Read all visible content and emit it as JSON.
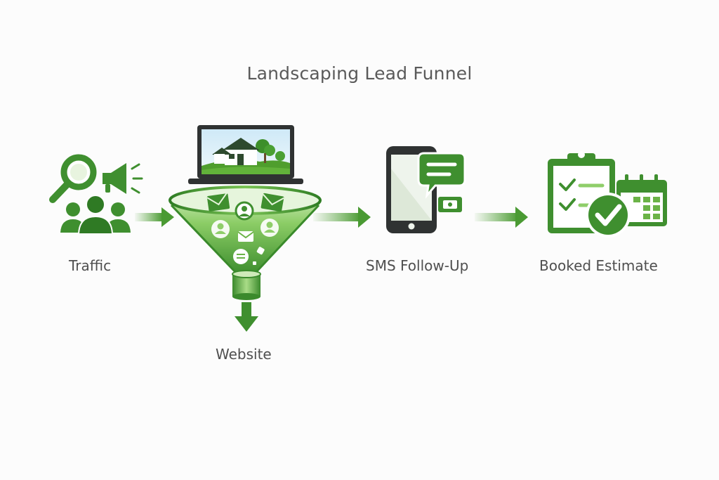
{
  "diagram": {
    "title": "Landscaping Lead Funnel",
    "stages": [
      {
        "label": "Traffic",
        "icon": "magnifier-megaphone-people-icon"
      },
      {
        "label": "Website",
        "icon": "laptop-funnel-icon"
      },
      {
        "label": "SMS Follow-Up",
        "icon": "phone-chat-icon"
      },
      {
        "label": "Booked Estimate",
        "icon": "clipboard-calendar-check-icon"
      }
    ],
    "colors": {
      "primary_green": "#3f8f2f",
      "dark_green": "#2f7424",
      "light_green": "#8fce6a",
      "text": "#4f4f4f"
    }
  }
}
